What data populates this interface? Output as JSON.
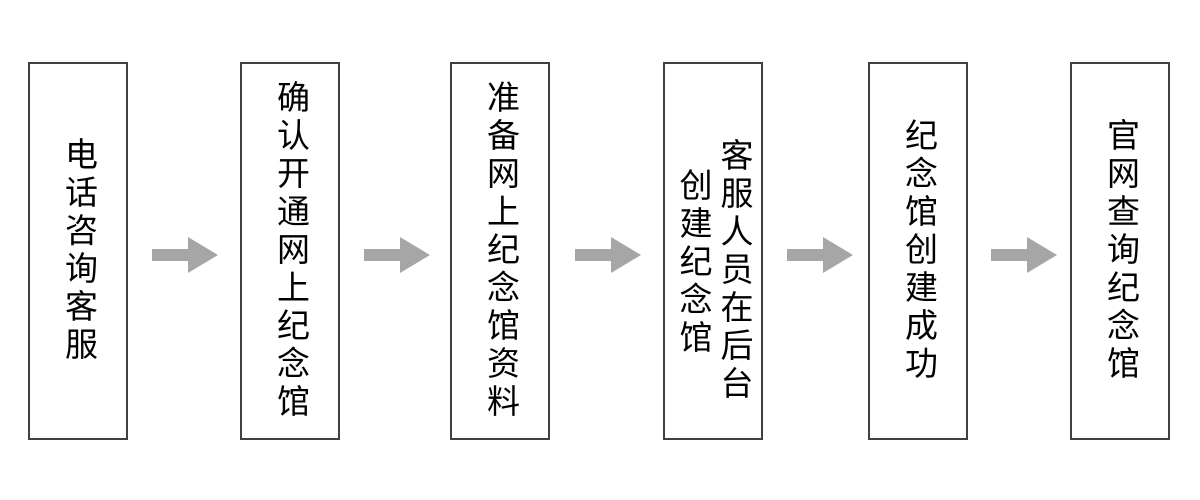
{
  "diagram": {
    "type": "process-flow",
    "orientation": "horizontal-left-to-right",
    "language": "zh-CN",
    "background_color": "#ffffff",
    "node_border_color": "#404040",
    "node_fill_color": "#ffffff",
    "node_text_color": "#000000",
    "arrow_color": "#a6a6a6",
    "node_count": 6,
    "arrow_count": 5,
    "nodes": [
      {
        "id": "node-1",
        "step": 1,
        "text": "电话咨询客服",
        "columns": [
          "电话咨询客服"
        ],
        "text_direction": "vertical"
      },
      {
        "id": "node-2",
        "step": 2,
        "text": "确认开通网上纪念馆",
        "columns": [
          "确认开通网上纪念馆"
        ],
        "text_direction": "vertical"
      },
      {
        "id": "node-3",
        "step": 3,
        "text": "准备网上纪念馆资料",
        "columns": [
          "准备网上纪念馆资料"
        ],
        "text_direction": "vertical"
      },
      {
        "id": "node-4",
        "step": 4,
        "text": "客服人员在后台创建纪念馆",
        "columns": [
          "客服人员在后台",
          "创建纪念馆"
        ],
        "text_direction": "vertical"
      },
      {
        "id": "node-5",
        "step": 5,
        "text": "纪念馆创建成功",
        "columns": [
          "纪念馆创建成功"
        ],
        "text_direction": "vertical"
      },
      {
        "id": "node-6",
        "step": 6,
        "text": "官网查询纪念馆",
        "columns": [
          "官网查询纪念馆"
        ],
        "text_direction": "vertical"
      }
    ],
    "arrows": [
      {
        "id": "arrow-1",
        "from": "node-1",
        "to": "node-2",
        "glyph": "right-arrow"
      },
      {
        "id": "arrow-2",
        "from": "node-2",
        "to": "node-3",
        "glyph": "right-arrow"
      },
      {
        "id": "arrow-3",
        "from": "node-3",
        "to": "node-4",
        "glyph": "right-arrow"
      },
      {
        "id": "arrow-4",
        "from": "node-4",
        "to": "node-5",
        "glyph": "right-arrow"
      },
      {
        "id": "arrow-5",
        "from": "node-5",
        "to": "node-6",
        "glyph": "right-arrow"
      }
    ]
  }
}
